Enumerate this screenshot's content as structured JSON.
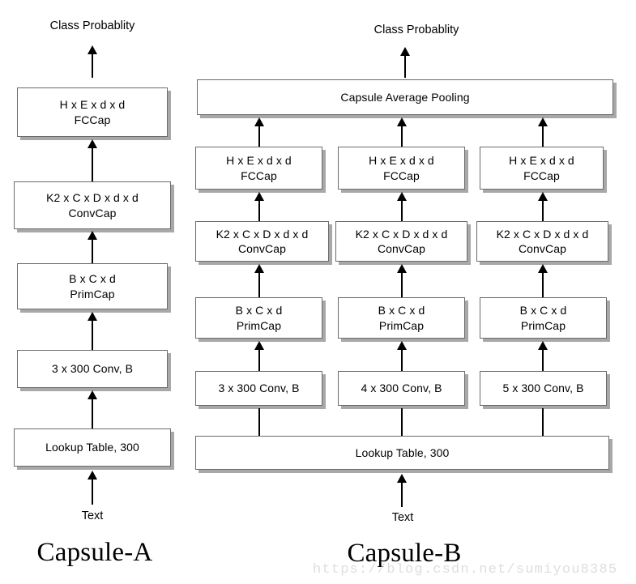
{
  "figure": {
    "kind": "neural-network-architecture-diagram",
    "background_color": "#ffffff",
    "box_border_color": "#6b6b6b",
    "box_fill_color": "#ffffff",
    "box_shadow_color": "#a8a8a8",
    "arrow_color": "#000000",
    "watermark_color": "#dedede",
    "watermark": "https://blog.csdn.net/sumiyou8385"
  },
  "capsule_a": {
    "title": "Capsule-A",
    "output_label": "Class Probablity",
    "input_label": "Text",
    "layers": [
      {
        "id": "fccap",
        "line1": "H x E x d x d",
        "line2": "FCCap"
      },
      {
        "id": "convcap",
        "line1": "K2 x C x D x d x d",
        "line2": "ConvCap"
      },
      {
        "id": "primcap",
        "line1": "B x C x d",
        "line2": "PrimCap"
      },
      {
        "id": "conv",
        "line1": "3 x 300 Conv, B",
        "line2": ""
      },
      {
        "id": "lookup",
        "line1": "Lookup Table, 300",
        "line2": ""
      }
    ]
  },
  "capsule_b": {
    "title": "Capsule-B",
    "output_label": "Class Probablity",
    "input_label": "Text",
    "pooling": {
      "id": "pooling",
      "line1": "Capsule Average Pooling",
      "line2": ""
    },
    "embedding": {
      "id": "lookup",
      "line1": "Lookup Table, 300",
      "line2": ""
    },
    "branches": [
      {
        "id": "branch-1",
        "layers": [
          {
            "id": "fccap",
            "line1": "H x E x d x d",
            "line2": "FCCap"
          },
          {
            "id": "convcap",
            "line1": "K2 x C x D x d x d",
            "line2": "ConvCap"
          },
          {
            "id": "primcap",
            "line1": "B x C x d",
            "line2": "PrimCap"
          },
          {
            "id": "conv",
            "line1": "3 x 300 Conv, B",
            "line2": ""
          }
        ]
      },
      {
        "id": "branch-2",
        "layers": [
          {
            "id": "fccap",
            "line1": "H x E x d x d",
            "line2": "FCCap"
          },
          {
            "id": "convcap",
            "line1": "K2 x C x D x d x d",
            "line2": "ConvCap"
          },
          {
            "id": "primcap",
            "line1": "B x C x d",
            "line2": "PrimCap"
          },
          {
            "id": "conv",
            "line1": "4 x 300 Conv, B",
            "line2": ""
          }
        ]
      },
      {
        "id": "branch-3",
        "layers": [
          {
            "id": "fccap",
            "line1": "H x E x d x d",
            "line2": "FCCap"
          },
          {
            "id": "convcap",
            "line1": "K2 x C x D x d x d",
            "line2": "ConvCap"
          },
          {
            "id": "primcap",
            "line1": "B x C x d",
            "line2": "PrimCap"
          },
          {
            "id": "conv",
            "line1": "5 x 300 Conv, B",
            "line2": ""
          }
        ]
      }
    ]
  }
}
